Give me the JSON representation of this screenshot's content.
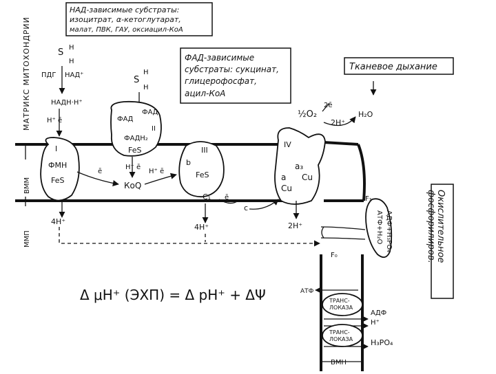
{
  "side_labels": {
    "matrix": "МАТРИКС МИТОХОНДРИИ",
    "vmm": "ВММ",
    "mmp": "ММП"
  },
  "nad_box": {
    "line1": "НАД-зависимые субстраты:",
    "line2": "изоцитрат, α-кетоглутарат,",
    "line3": "малат, ПВК, ГАУ, оксиацил-КоА"
  },
  "fad_box": {
    "line1": "ФАД-зависимые",
    "line2": "субстраты: сукцинат,",
    "line3": "глицерофосфат,",
    "line4": "ацил-КоА"
  },
  "tissue_box": {
    "text": "Тканевое дыхание"
  },
  "oxphos_box": {
    "line1": "Окислительное",
    "line2": "фосфорилиров."
  },
  "labels": {
    "sh_top": "S",
    "h": "H",
    "pdg": "ПДГ",
    "nad_plus": "НАД⁺",
    "nadh": "НАДН·Н⁺",
    "h_e_left": "Н⁺ ē",
    "sh2": "S",
    "fad": "ФАД",
    "fad2": "ФАД",
    "fadh2": "ФАДН₂",
    "fes_ii": "FeS",
    "roman_ii": "II",
    "roman_i": "I",
    "fmn": "ФМН",
    "fes_i": "FeS",
    "e_arrow1": "ē",
    "h_e_mid": "Н⁺ ē",
    "h_e_mid2": "Н⁺ ē",
    "koq": "КоQ",
    "roman_iii": "III",
    "b": "b",
    "fes_iii": "FeS",
    "c1": "C₁",
    "e_arrow2": "ē",
    "c": "c",
    "roman_iv": "IV",
    "a3": "a₃",
    "a": "a",
    "cu1": "Cu",
    "cu2": "Cu",
    "o2": "½O₂",
    "e2": "2ē",
    "h2plus": "2Н⁺",
    "h2o": "H₂O",
    "h4_1": "4Н⁺",
    "h4_2": "4Н⁺",
    "h2_3": "2Н⁺",
    "f1": "F₁",
    "f0": "F₀",
    "adp_side": "АДФ+Н₃РО₄",
    "atp_side": "АТФ+Н₂О",
    "atf": "АТФ",
    "translocase1": "ТРАНС-\nЛОКАЗА",
    "adf": "АДФ",
    "hplus": "Н⁺",
    "translocase2": "ТРАНС-\nЛОКАЗА",
    "h3po4": "Н₃РО₄",
    "vmn": "ВМН",
    "formula": "Δ μH⁺ (ЭХП) = Δ pH⁺ + ΔΨ"
  }
}
